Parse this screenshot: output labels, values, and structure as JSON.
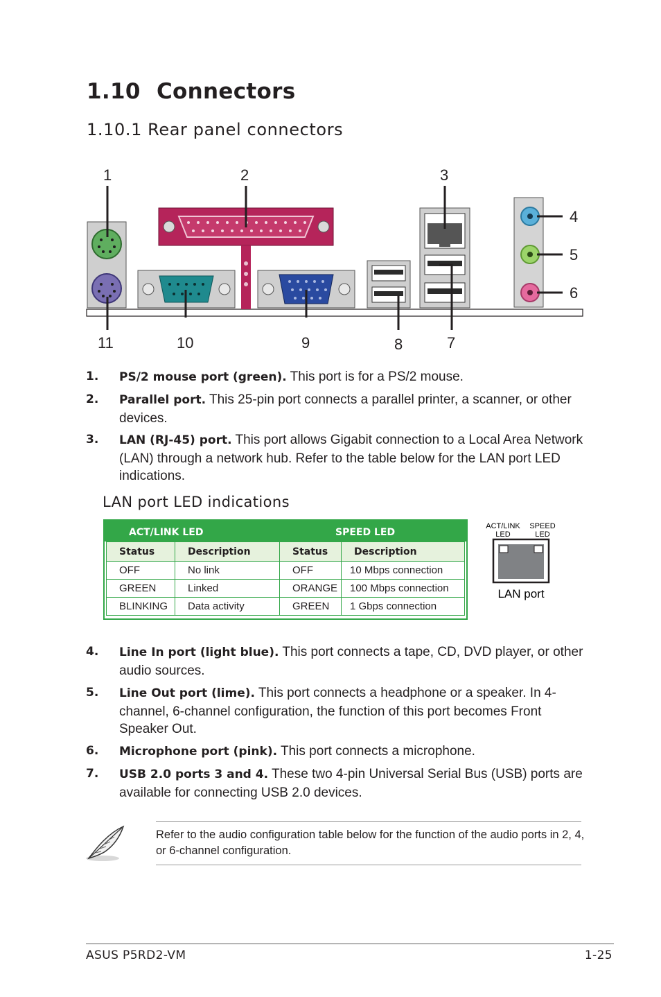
{
  "heading": {
    "number": "1.10",
    "title": "Connectors"
  },
  "subheading": "1.10.1 Rear panel connectors",
  "diagram": {
    "callouts": [
      "1",
      "2",
      "3",
      "4",
      "5",
      "6",
      "7",
      "8",
      "9",
      "10",
      "11"
    ],
    "colors": {
      "mouse_green": "#5fae5f",
      "keyboard_purple": "#7a6fb3",
      "parallel": "#b5245a",
      "serial": "#1f8a8e",
      "vga": "#2a4aa0",
      "line_in": "#5ab0d9",
      "line_out": "#9cd46a",
      "mic": "#e56a9e"
    }
  },
  "items_a": [
    {
      "num": "1.",
      "label": "PS/2 mouse port (green).",
      "text": " This port is for a PS/2 mouse."
    },
    {
      "num": "2.",
      "label": "Parallel port.",
      "text": " This 25-pin port connects a parallel printer, a scanner, or other devices."
    },
    {
      "num": "3.",
      "label": "LAN (RJ-45) port.",
      "text": " This port allows Gigabit connection to a Local Area Network (LAN) through a network hub. Refer to the table below for the LAN port LED indications."
    }
  ],
  "lan_section": {
    "title": "LAN port LED indications",
    "group_headers": [
      "ACT/LINK LED",
      "SPEED LED"
    ],
    "columns": [
      "Status",
      "Description",
      "Status",
      "Description"
    ],
    "rows": [
      [
        "OFF",
        "No link",
        "OFF",
        "10 Mbps connection"
      ],
      [
        "GREEN",
        "Linked",
        "ORANGE",
        "100 Mbps connection"
      ],
      [
        "BLINKING",
        "Data activity",
        "GREEN",
        "1 Gbps connection"
      ]
    ],
    "port_diagram": {
      "act_label_1": "ACT/LINK",
      "act_label_2": "LED",
      "speed_label_1": "SPEED",
      "speed_label_2": "LED",
      "caption": "LAN port"
    }
  },
  "items_b": [
    {
      "num": "4.",
      "label": "Line In port (light blue).",
      "text": " This port connects a tape, CD, DVD player, or other audio sources."
    },
    {
      "num": "5.",
      "label": "Line Out port (lime).",
      "text": " This port connects a headphone or a speaker. In 4-channel, 6-channel configuration, the function of this port becomes Front Speaker Out."
    },
    {
      "num": "6.",
      "label": "Microphone port (pink).",
      "text": " This port connects a microphone."
    },
    {
      "num": "7.",
      "label": "USB 2.0 ports 3 and 4.",
      "text": " These two 4-pin Universal Serial Bus (USB) ports are available for connecting USB 2.0 devices."
    }
  ],
  "note": {
    "text": "Refer to the audio configuration table below for the function of the audio ports in 2, 4, or 6-channel configuration."
  },
  "footer": {
    "left": "ASUS P5RD2-VM",
    "right": "1-25"
  }
}
